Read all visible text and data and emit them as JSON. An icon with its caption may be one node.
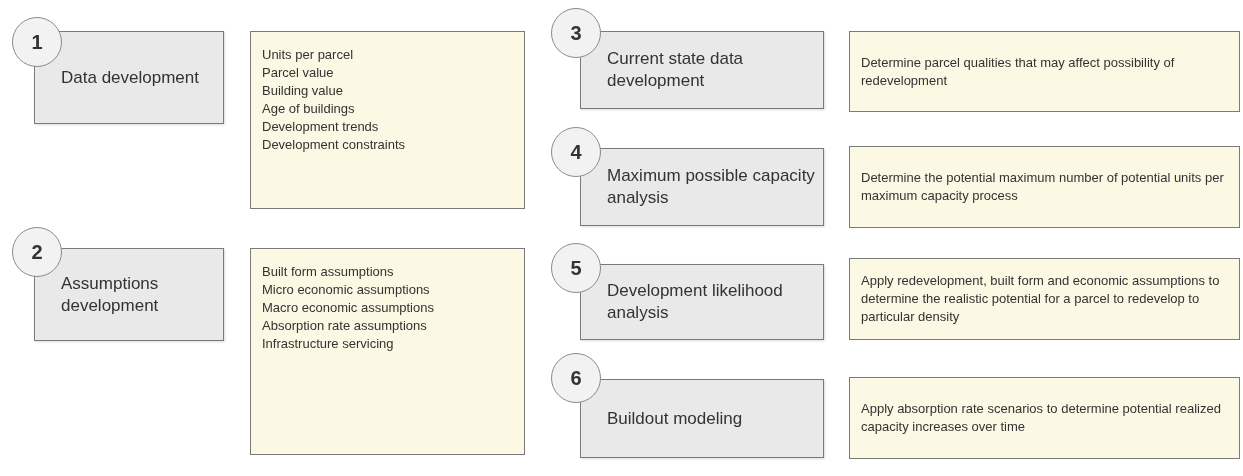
{
  "diagram": {
    "nodes": [
      {
        "text": [
          "1"
        ]
      },
      {
        "text": [
          "Data development"
        ]
      },
      {
        "text": [
          "Units per parcel",
          "Parcel value",
          "Building value",
          "Age of buildings",
          "Development trends",
          "Development constraints"
        ]
      },
      {
        "text": [
          "2"
        ]
      },
      {
        "text": [
          "Assumptions development"
        ]
      },
      {
        "text": [
          "Built form assumptions",
          "Micro economic assumptions",
          "Macro economic assumptions",
          "Absorption rate assumptions",
          "Infrastructure servicing"
        ]
      },
      {
        "text": [
          "3"
        ]
      },
      {
        "text": [
          "Current state data development"
        ]
      },
      {
        "text": [
          "Determine parcel qualities that may affect possibility of redevelopment"
        ]
      },
      {
        "text": [
          "4"
        ]
      },
      {
        "text": [
          "Maximum possible capacity analysis"
        ]
      },
      {
        "text": [
          "Determine the potential maximum number of potential units per maximum capacity process"
        ]
      },
      {
        "text": [
          "5"
        ]
      },
      {
        "text": [
          "Development likelihood analysis"
        ]
      },
      {
        "text": [
          "Apply redevelopment, built form and economic assumptions to determine the realistic potential for a parcel to redevelop to particular density"
        ]
      },
      {
        "text": [
          "6"
        ]
      },
      {
        "text": [
          "Buildout modeling"
        ]
      },
      {
        "text": [
          "Apply absorption rate scenarios to determine potential realized capacity increases over time"
        ]
      }
    ],
    "edges": []
  }
}
